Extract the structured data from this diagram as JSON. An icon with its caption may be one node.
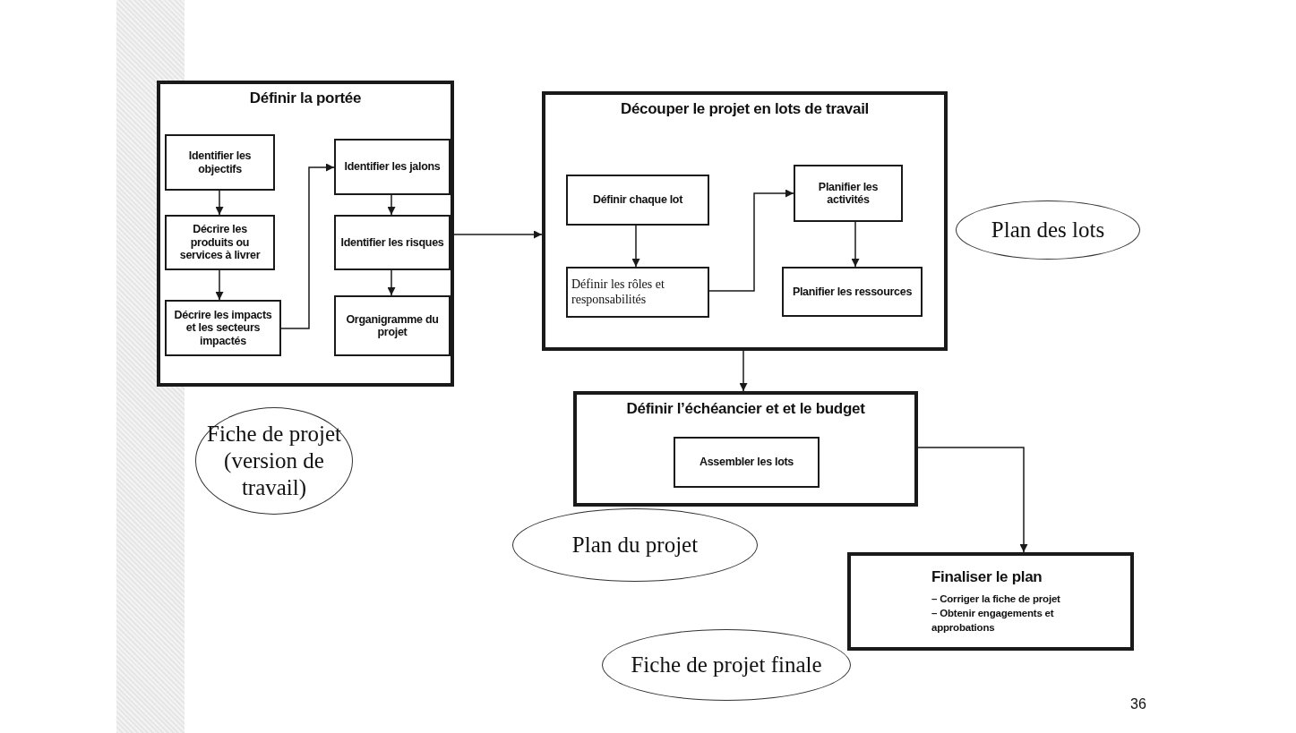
{
  "diagram": {
    "nodes": [
      {
        "text": [
          "Définir la portée"
        ]
      },
      {
        "text": [
          "Identifier les objectifs"
        ],
        "in": 0
      },
      {
        "text": [
          "Décrire les produits ou services à livrer"
        ],
        "in": 0
      },
      {
        "text": [
          "Décrire les impacts et les secteurs impactés"
        ],
        "in": 0
      },
      {
        "text": [
          "Identifier les jalons"
        ],
        "in": 0
      },
      {
        "text": [
          "Identifier les risques"
        ],
        "in": 0
      },
      {
        "text": [
          "Organigramme du projet"
        ],
        "in": 0
      },
      {
        "text": [
          "Découper le projet en lots de travail"
        ]
      },
      {
        "text": [
          "Définir chaque lot"
        ],
        "in": 7
      },
      {
        "text": [
          "Définir les rôles et responsabilités"
        ],
        "in": 7
      },
      {
        "text": [
          "Planifier les activités"
        ],
        "in": 7
      },
      {
        "text": [
          "Planifier les ressources"
        ],
        "in": 7
      },
      {
        "text": [
          "Définir l’échéancier et et le budget"
        ]
      },
      {
        "text": [
          "Assembler les lots"
        ],
        "in": 12
      },
      {
        "text": [
          "Finaliser le plan",
          "– Corriger la fiche de projet",
          "– Obtenir engagements et approbations"
        ]
      },
      {
        "text": [
          "Fiche de projet (version de travail)"
        ]
      },
      {
        "text": [
          "Plan des lots"
        ]
      },
      {
        "text": [
          "Plan du projet"
        ]
      },
      {
        "text": [
          "Fiche de projet finale"
        ]
      }
    ],
    "edges": [
      {
        "from": 1,
        "to": 2,
        "arrow": "to"
      },
      {
        "from": 2,
        "to": 3,
        "arrow": "to"
      },
      {
        "from": 3,
        "to": 4,
        "arrow": "to"
      },
      {
        "from": 4,
        "to": 5,
        "arrow": "to"
      },
      {
        "from": 5,
        "to": 6,
        "arrow": "to"
      },
      {
        "from": 0,
        "to": 7,
        "arrow": "to"
      },
      {
        "from": 8,
        "to": 9,
        "arrow": "to"
      },
      {
        "from": 9,
        "to": 10,
        "arrow": "to"
      },
      {
        "from": 10,
        "to": 11,
        "arrow": "to"
      },
      {
        "from": 7,
        "to": 12,
        "arrow": "to"
      },
      {
        "from": 12,
        "to": 14,
        "arrow": "to"
      }
    ],
    "labels": [
      "36"
    ]
  }
}
